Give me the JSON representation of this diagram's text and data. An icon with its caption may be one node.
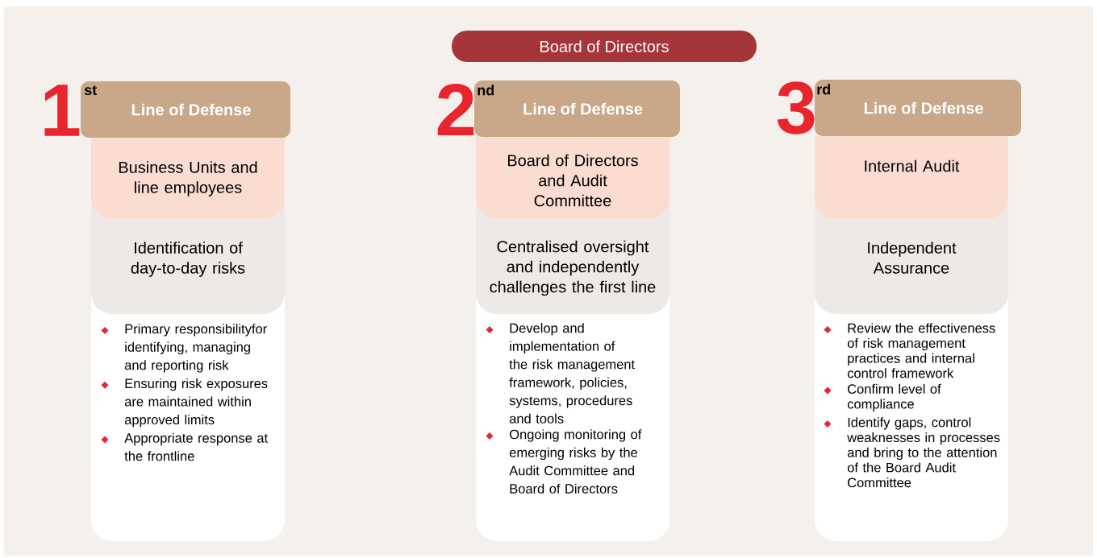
{
  "diagram": {
    "nodes": [
      {
        "text": [
          "Board of Directors"
        ]
      },
      {
        "text": [
          "1",
          "st",
          "Line of Defense"
        ]
      },
      {
        "text": [
          "Primary responsibilityfor identifying, managing and reporting risk",
          "Ensuring risk exposures are maintained within approved limits",
          "Appropriate response at the frontline"
        ]
      },
      {
        "text": [
          "Business Units and line employees"
        ],
        "in": 2
      },
      {
        "text": [
          "Identification of day-to-day risks"
        ],
        "in": 2
      },
      {
        "text": [
          "2",
          "nd",
          "Line of Defense"
        ]
      },
      {
        "text": [
          "Develop and implementation of the risk management framework, policies, systems, procedures and tools",
          "Ongoing monitoring of emerging risks by the Audit Committee and Board of Directors"
        ]
      },
      {
        "text": [
          "Board of Directors and Audit Committee"
        ],
        "in": 6
      },
      {
        "text": [
          "Centralised oversight and independently challenges the first line"
        ],
        "in": 6
      },
      {
        "text": [
          "3",
          "rd",
          "Line of Defense"
        ]
      },
      {
        "text": [
          "Review the effectiveness of risk management practices and internal control framework",
          "Confirm level of compliance",
          "Identify gaps, control weaknesses in processes and bring to the attention of the Board Audit Committee"
        ]
      },
      {
        "text": [
          "Internal Audit"
        ],
        "in": 10
      },
      {
        "text": [
          "Independent Assurance"
        ],
        "in": 10
      }
    ]
  }
}
